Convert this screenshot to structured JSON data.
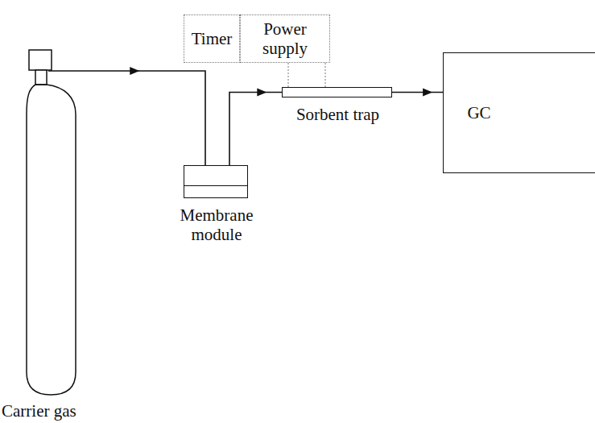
{
  "diagram": {
    "nodes": [
      {
        "text": [
          "Timer"
        ]
      },
      {
        "text": [
          "Power supply"
        ]
      },
      {
        "text": [
          "Sorbent trap"
        ]
      },
      {
        "text": [
          "GC"
        ]
      },
      {
        "text": [
          "Membrane module"
        ]
      },
      {
        "text": [
          "Carrier gas"
        ]
      }
    ],
    "edges": [
      {
        "from": 5,
        "to": 4,
        "arrow": "to"
      },
      {
        "from": 4,
        "to": 2,
        "arrow": "to"
      },
      {
        "from": 2,
        "to": 3,
        "arrow": "to"
      },
      {
        "from": 1,
        "to": 2,
        "arrow": "none"
      }
    ]
  }
}
